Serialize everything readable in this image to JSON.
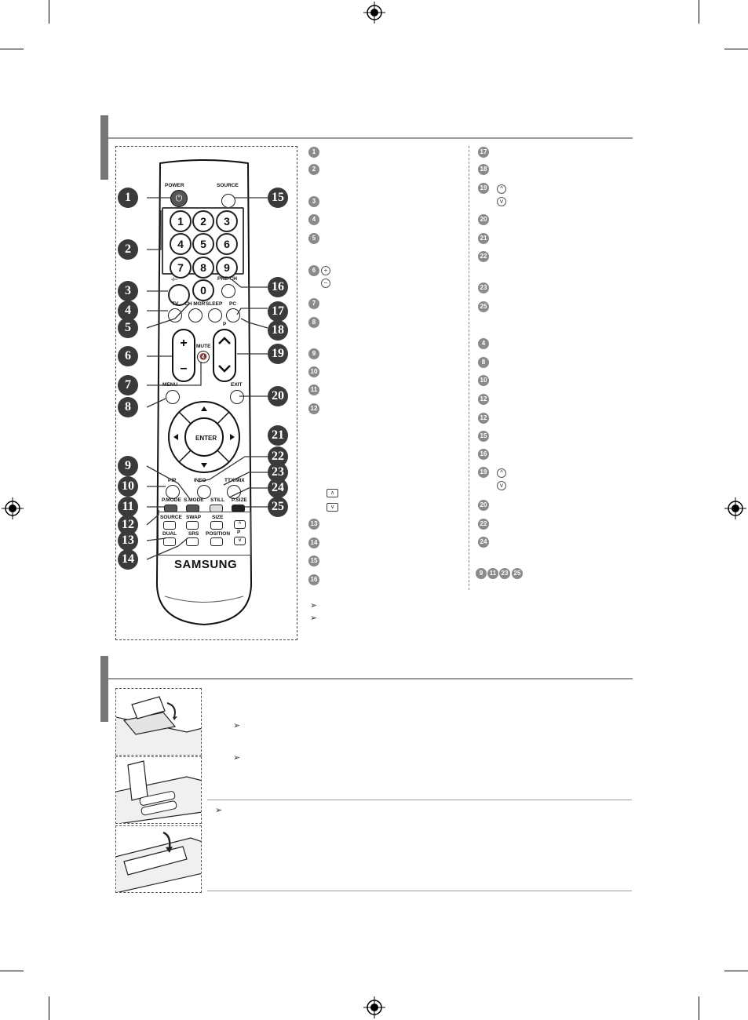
{
  "legend_left": [
    {
      "num": "1"
    },
    {
      "num": "2"
    },
    {
      "num": "3"
    },
    {
      "num": "4"
    },
    {
      "num": "5"
    },
    {
      "num": "6",
      "sub": [
        "+",
        "−"
      ]
    },
    {
      "num": "7"
    },
    {
      "num": "8"
    },
    {
      "num": "9"
    },
    {
      "num": "10"
    },
    {
      "num": "11"
    },
    {
      "num": "12"
    },
    {
      "num": "13"
    },
    {
      "num": "14"
    },
    {
      "num": "15"
    },
    {
      "num": "16"
    }
  ],
  "legend_right": [
    {
      "num": "17"
    },
    {
      "num": "18"
    },
    {
      "num": "19"
    },
    {
      "num": "20"
    },
    {
      "num": "21"
    },
    {
      "num": "22"
    },
    {
      "num": "23"
    },
    {
      "num": "25"
    },
    {
      "num": "4"
    },
    {
      "num": "8"
    },
    {
      "num": "10"
    },
    {
      "num": "12"
    },
    {
      "num": "12"
    },
    {
      "num": "15"
    },
    {
      "num": "16"
    },
    {
      "num": "19"
    },
    {
      "num": "20"
    },
    {
      "num": "22"
    },
    {
      "num": "24"
    }
  ],
  "legend_right_footer": [
    "9",
    "11",
    "23",
    "25"
  ],
  "remote": {
    "power": "POWER",
    "source_top": "SOURCE",
    "digits": [
      "1",
      "2",
      "3",
      "4",
      "5",
      "6",
      "7",
      "8",
      "9",
      "0"
    ],
    "dash": "-/--",
    "prech": "PRE-CH",
    "tv": "TV",
    "chmgr": "CH MGR",
    "sleep": "SLEEP",
    "pc": "PC",
    "mute": "MUTE",
    "p_label": "P",
    "menu": "MENU",
    "exit": "EXIT",
    "enter": "ENTER",
    "info": "INFO",
    "ttxmix": "TTX/MIX",
    "pip": "PIP",
    "pmode": "P.MODE",
    "smode": "S.MODE",
    "still": "STILL",
    "psize": "P.SIZE",
    "source_pip": "SOURCE",
    "swap": "SWAP",
    "size": "SIZE",
    "position": "POSITION",
    "dual": "DUAL",
    "srs": "SRS",
    "p_small": "P",
    "brand": "SAMSUNG"
  },
  "callouts": [
    "1",
    "2",
    "3",
    "4",
    "5",
    "6",
    "7",
    "8",
    "9",
    "10",
    "11",
    "12",
    "13",
    "14",
    "15",
    "16",
    "17",
    "18",
    "19",
    "20",
    "21",
    "22",
    "23",
    "24",
    "25"
  ],
  "colors": {
    "section_bar": "#777777",
    "callout": "#3a3a3a",
    "legend_dot": "#8a8a8a"
  }
}
